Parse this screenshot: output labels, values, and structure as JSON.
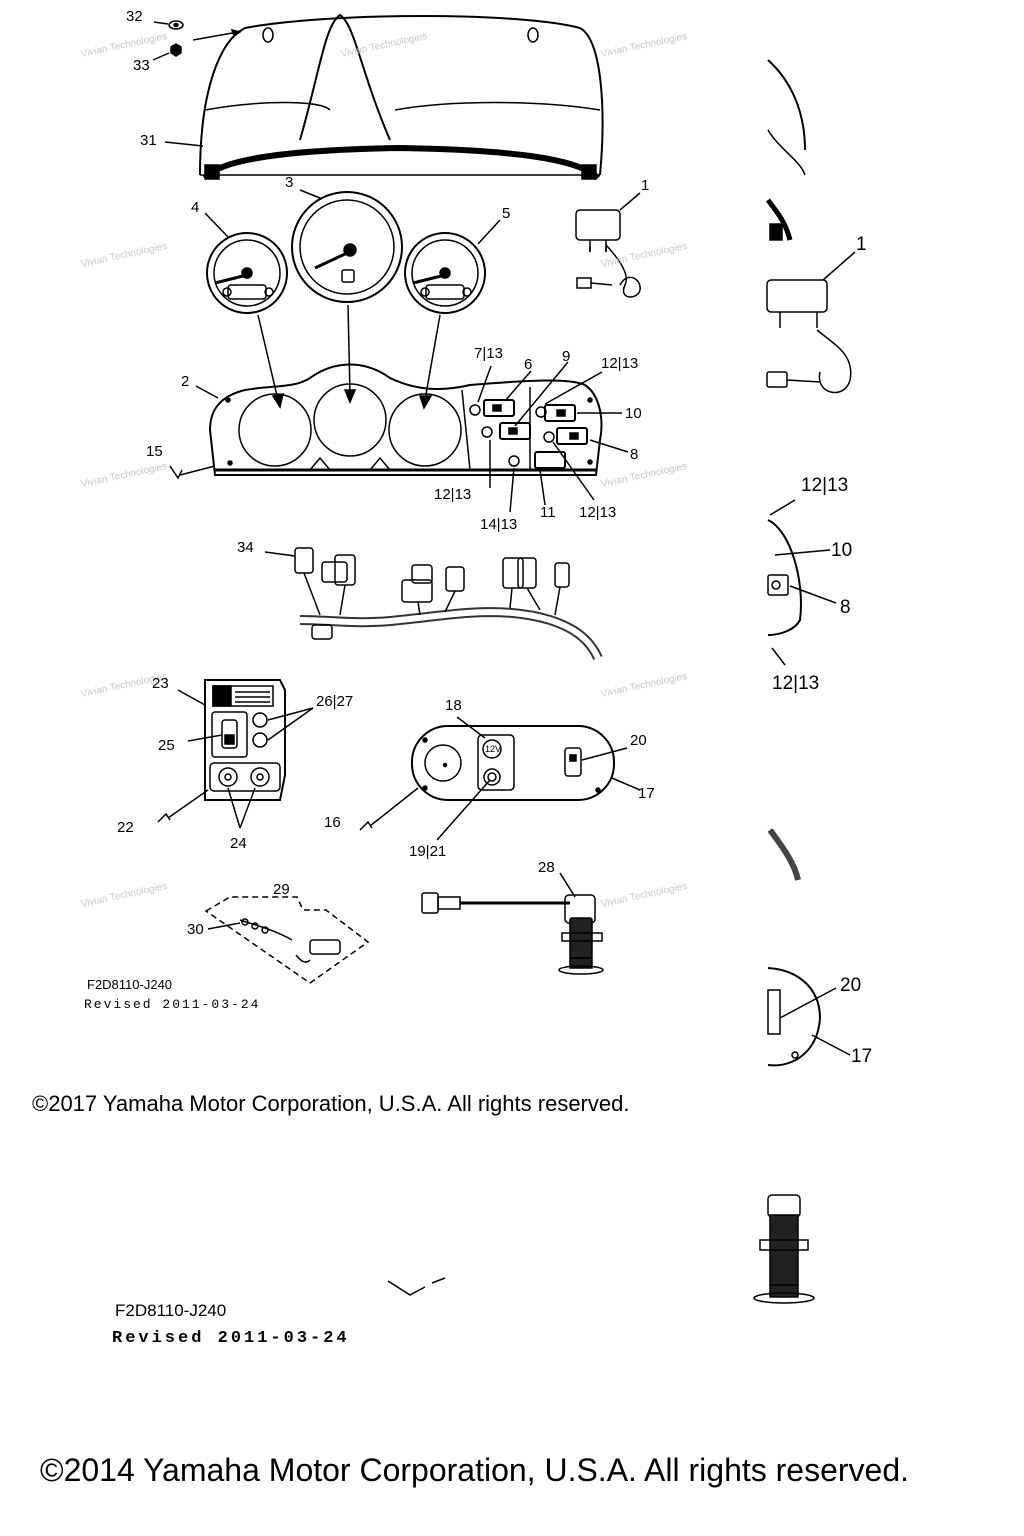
{
  "main_diagram": {
    "callouts": {
      "c32": "32",
      "c33": "33",
      "c31": "31",
      "c1": "1",
      "c3": "3",
      "c4": "4",
      "c5": "5",
      "c7_13": "7|13",
      "c6": "6",
      "c9": "9",
      "c12_13_top": "12|13",
      "c10": "10",
      "c2": "2",
      "c8": "8",
      "c15": "15",
      "c12_13_left": "12|13",
      "c14_13": "14|13",
      "c11": "11",
      "c12_13_right": "12|13",
      "c34": "34",
      "c23": "23",
      "c26_27": "26|27",
      "c25": "25",
      "c22": "22",
      "c24": "24",
      "c18": "18",
      "c20": "20",
      "c17": "17",
      "c16": "16",
      "c19_21": "19|21",
      "c29": "29",
      "c30": "30",
      "c28": "28"
    },
    "socket_label": "12V",
    "diagram_code": "F2D8110-J240",
    "revised": "Revised 2011-03-24",
    "copyright": "©2017 Yamaha Motor Corporation, U.S.A. All rights reserved."
  },
  "right_strip": {
    "callouts": {
      "c1": "1",
      "c12_13_top": "12|13",
      "c10": "10",
      "c8": "8",
      "c12_13_bottom": "12|13",
      "c20": "20",
      "c17": "17"
    }
  },
  "bottom_overlay": {
    "diagram_code": "F2D8110-J240",
    "revised": "Revised 2011-03-24",
    "copyright": "©2014 Yamaha Motor Corporation, U.S.A. All rights reserved."
  },
  "watermark_text": "Vivian Technologies"
}
